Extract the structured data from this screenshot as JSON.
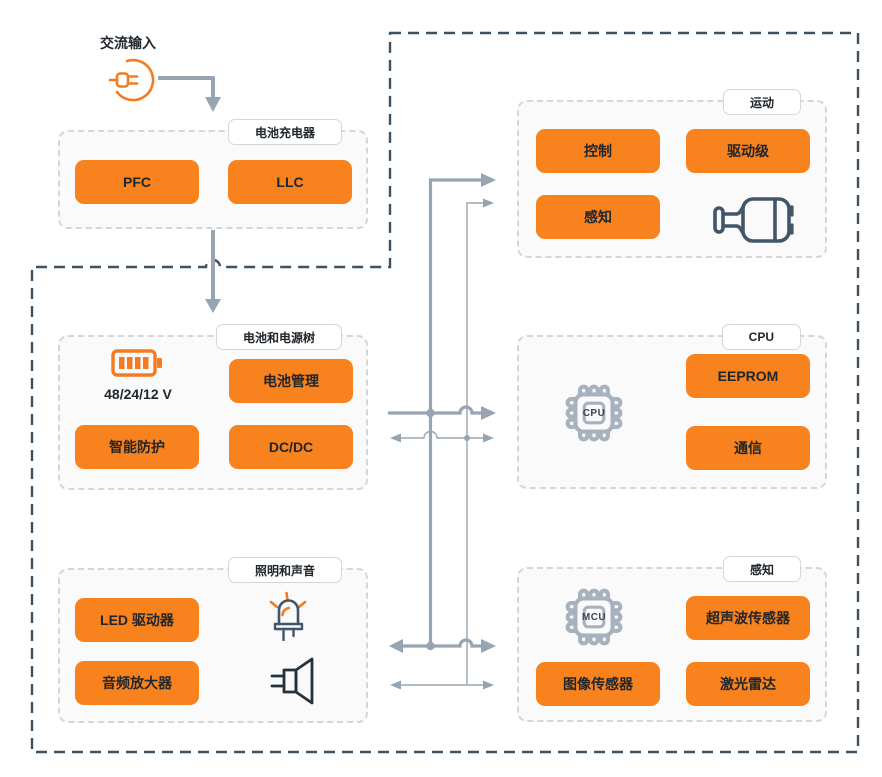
{
  "palette": {
    "--orange": "#F8821E",
    "--orangei": "#F47B20",
    "--line": "#97A5B2",
    "--dash": "#3D5160",
    "--boxborder": "#D3D7DA",
    "--boxfill": "#FAFAFB",
    "--slate": "#42566A",
    "--speaker": "#25313C",
    "--chip": "#A6B2BD",
    "--text": "#20262B"
  },
  "external": {
    "ac_label": "交流输入",
    "charger": {
      "tab": "电池充电器",
      "blocks": {
        "pfc": "PFC",
        "llc": "LLC"
      }
    }
  },
  "robot": {
    "battery": {
      "tab": "电池和电源树",
      "voltage": "48/24/12 V",
      "blocks": {
        "bms": "电池管理",
        "protection": "智能防护",
        "dcdc": "DC/DC"
      }
    },
    "lighting": {
      "tab": "照明和声音",
      "blocks": {
        "led_driver": "LED 驱动器",
        "audio_amp": "音频放大器"
      }
    },
    "motion": {
      "tab": "运动",
      "blocks": {
        "control": "控制",
        "drive_stage": "驱动级",
        "sensing": "感知"
      }
    },
    "cpu": {
      "tab": "CPU",
      "chip": "CPU",
      "blocks": {
        "eeprom": "EEPROM",
        "comms": "通信"
      }
    },
    "sensing": {
      "tab": "感知",
      "chip": "MCU",
      "blocks": {
        "ultrasonic": "超声波传感器",
        "image_sensor": "图像传感器",
        "lidar": "激光雷达"
      }
    }
  }
}
